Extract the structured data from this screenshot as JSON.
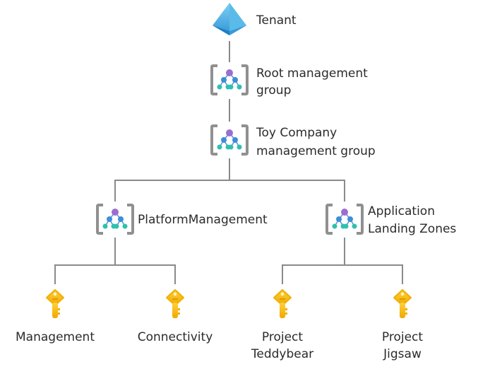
{
  "tenant": {
    "label": "Tenant",
    "icon": "azure-ad-pyramid-icon"
  },
  "root_group": {
    "label_lines": [
      "Root management",
      "group"
    ],
    "icon": "management-group-icon"
  },
  "toy_group": {
    "label_lines": [
      "Toy Company",
      "management group"
    ],
    "icon": "management-group-icon"
  },
  "platform_group": {
    "label": "PlatformManagement",
    "icon": "management-group-icon"
  },
  "app_group": {
    "label_lines": [
      "Application",
      "Landing Zones"
    ],
    "icon": "management-group-icon"
  },
  "subscriptions": [
    {
      "label_lines": [
        "Management"
      ],
      "icon": "subscription-key-icon"
    },
    {
      "label_lines": [
        "Connectivity"
      ],
      "icon": "subscription-key-icon"
    },
    {
      "label_lines": [
        "Project",
        "Teddybear"
      ],
      "icon": "subscription-key-icon"
    },
    {
      "label_lines": [
        "Project",
        "Jigsaw"
      ],
      "icon": "subscription-key-icon"
    }
  ],
  "colors": {
    "connector": "#8a8a8a",
    "key": "#f5b800",
    "tenant": "#3ea6d8",
    "bracket": "#909090",
    "node_top": "#9a6fd0",
    "node_mid": "#3a8fd8",
    "node_bottom": "#2fc0b0"
  }
}
